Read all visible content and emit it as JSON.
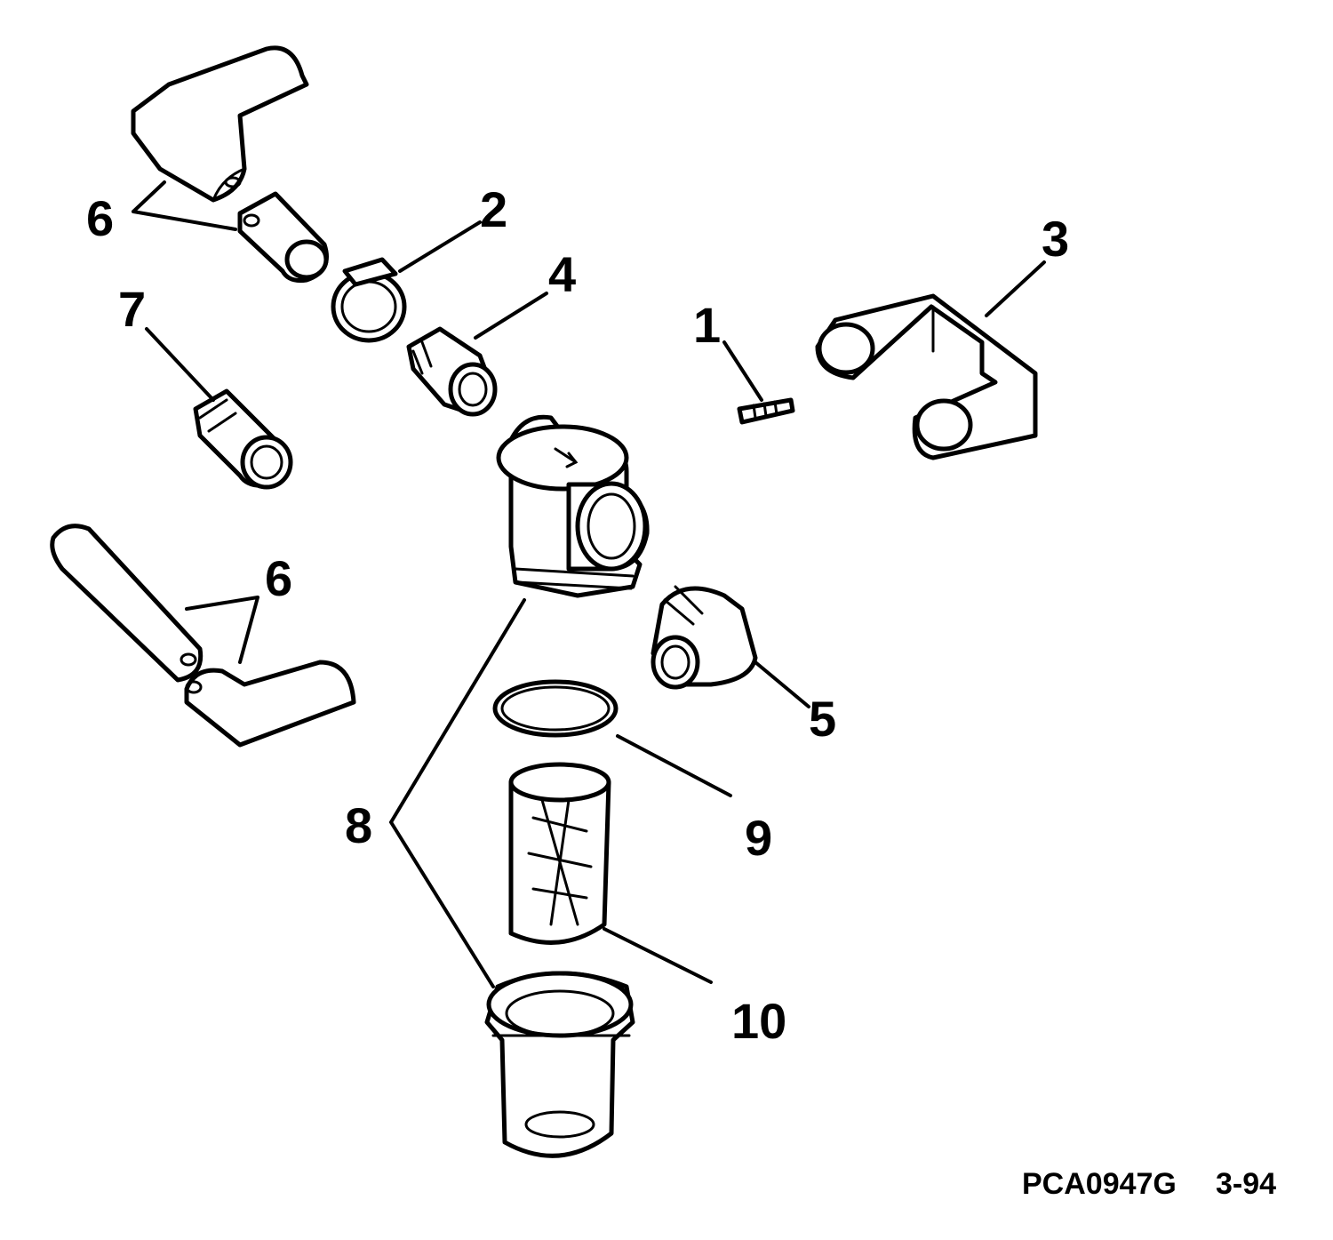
{
  "callouts": {
    "c1": "1",
    "c2": "2",
    "c3": "3",
    "c4": "4",
    "c5": "5",
    "c6_top": "6",
    "c6_bottom": "6",
    "c7": "7",
    "c8": "8",
    "c9": "9",
    "c10": "10"
  },
  "footer": {
    "drawing_id": "PCA0947G",
    "date_code": "3-94"
  },
  "colors": {
    "ink": "#000000",
    "paper": "#ffffff"
  }
}
